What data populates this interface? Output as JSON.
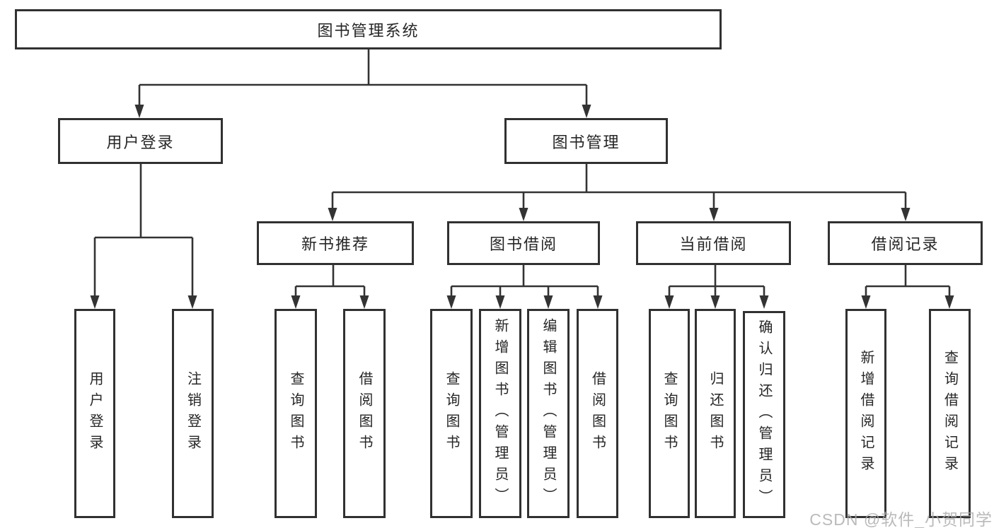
{
  "diagram": {
    "root": "图书管理系统",
    "user_branch": {
      "label": "用户登录",
      "children": [
        "用户登录",
        "注销登录"
      ]
    },
    "book_branch": {
      "label": "图书管理",
      "groups": [
        {
          "label": "新书推荐",
          "children": [
            "查询图书",
            "借阅图书"
          ]
        },
        {
          "label": "图书借阅",
          "children": [
            "查询图书",
            "新增图书（管理员）",
            "编辑图书（管理员）",
            "借阅图书"
          ]
        },
        {
          "label": "当前借阅",
          "children": [
            "查询图书",
            "归还图书",
            "确认归还（管理员）"
          ]
        },
        {
          "label": "借阅记录",
          "children": [
            "新增借阅记录",
            "查询借阅记录"
          ]
        }
      ]
    }
  },
  "watermark": "CSDN @软件_小贺同学",
  "colors": {
    "line": "#333333",
    "box_border": "#313131",
    "text": "#262626",
    "watermark": "#ababab",
    "background": "#ffffff"
  }
}
